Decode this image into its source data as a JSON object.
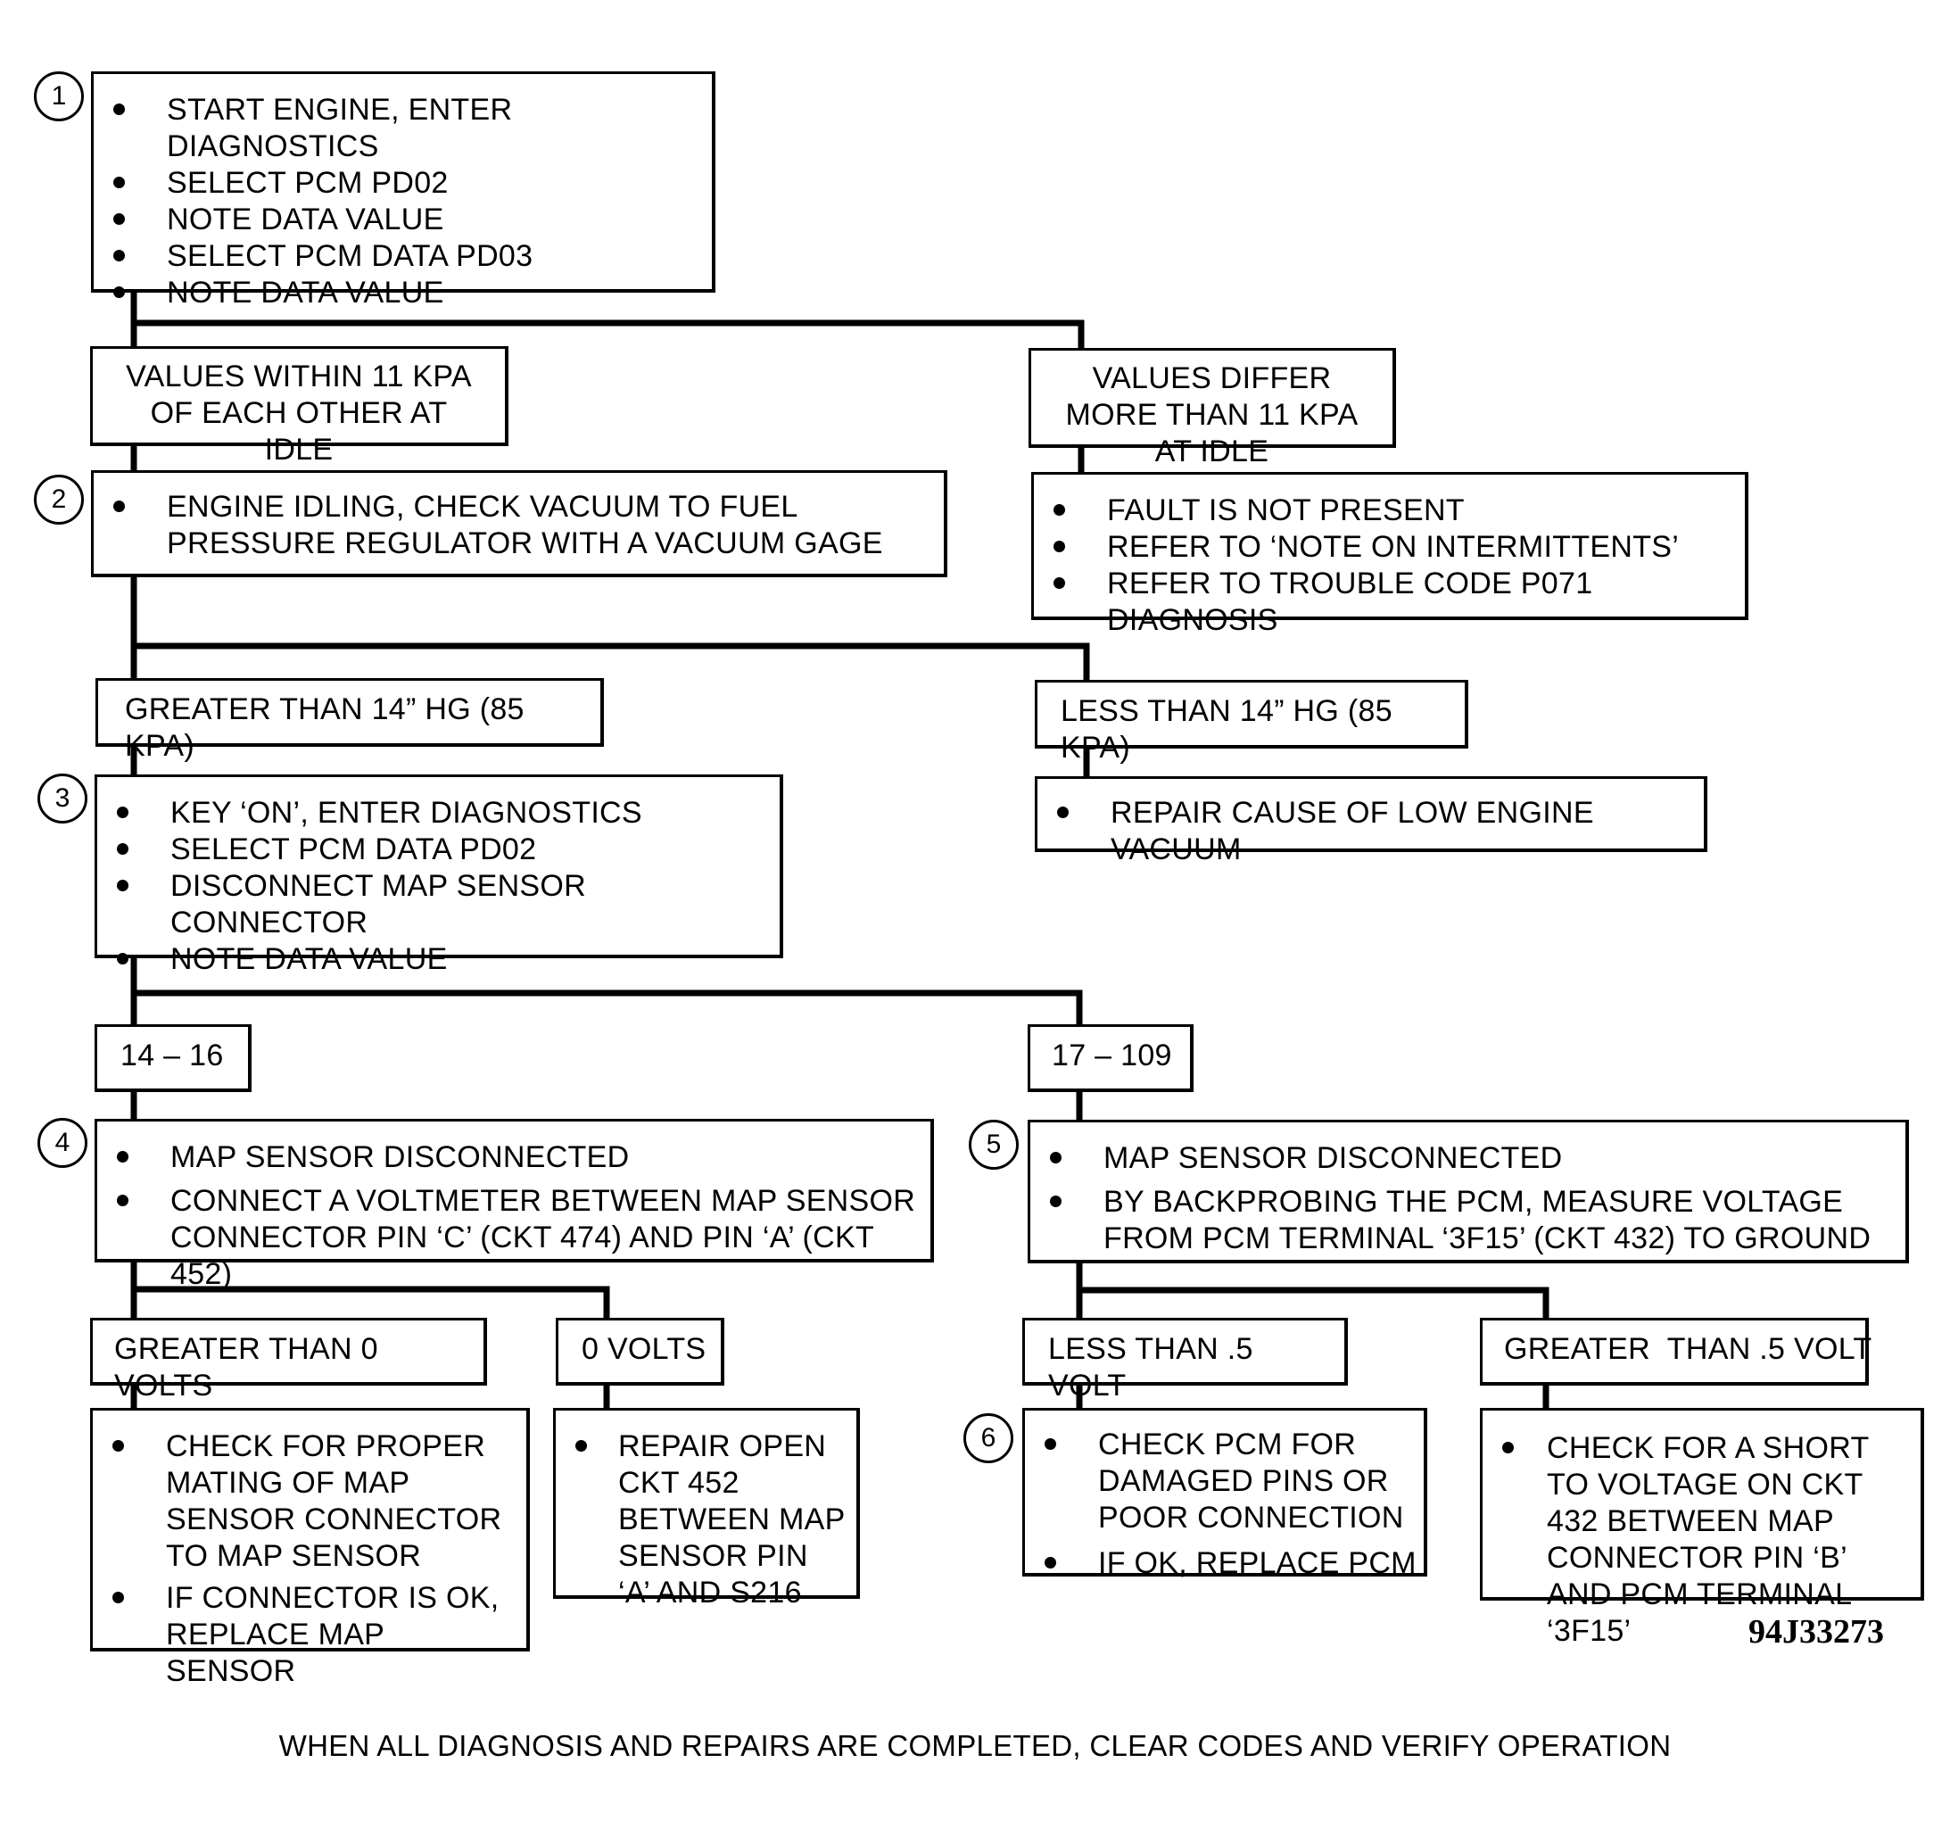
{
  "step_numbers": [
    "1",
    "2",
    "3",
    "4",
    "5",
    "6"
  ],
  "box1": {
    "items": [
      "START ENGINE, ENTER DIAGNOSTICS",
      "SELECT PCM PD02",
      "NOTE DATA VALUE",
      "SELECT PCM DATA PD03",
      "NOTE DATA VALUE"
    ]
  },
  "cond_values_within": "VALUES WITHIN 11 KPA OF EACH OTHER AT IDLE",
  "cond_values_differ": "VALUES DIFFER MORE THAN 11 KPA AT IDLE",
  "box2": {
    "items": [
      "ENGINE IDLING, CHECK VACUUM TO FUEL PRESSURE REGULATOR WITH A VACUUM GAGE"
    ]
  },
  "box_fault": {
    "items": [
      "FAULT IS NOT PRESENT",
      "REFER TO ‘NOTE ON INTERMITTENTS’",
      "REFER TO TROUBLE CODE P071 DIAGNOSIS"
    ]
  },
  "cond_greater_14": "GREATER THAN 14” Hg (85 KPA)",
  "cond_less_14": "LESS THAN 14” Hg (85 KPA)",
  "box3": {
    "items": [
      "KEY ‘ON’, ENTER DIAGNOSTICS",
      "SELECT PCM DATA PD02",
      "DISCONNECT MAP SENSOR CONNECTOR",
      "NOTE DATA VALUE"
    ]
  },
  "box_repair_vacuum": {
    "items": [
      "REPAIR CAUSE OF LOW ENGINE VACUUM"
    ]
  },
  "cond_14_16": "14 – 16",
  "cond_17_109": "17 – 109",
  "box4": {
    "items": [
      "MAP SENSOR DISCONNECTED",
      "CONNECT A VOLTMETER BETWEEN MAP SENSOR CONNECTOR PIN ‘C’ (CKT 474) AND PIN ‘A’ (CKT 452)"
    ]
  },
  "box5": {
    "items": [
      "MAP SENSOR DISCONNECTED",
      "BY BACKPROBING THE PCM, MEASURE VOLTAGE FROM PCM TERMINAL ‘3F15’ (CKT 432) TO GROUND"
    ]
  },
  "cond_greater_0v": "GREATER THAN 0 VOLTS",
  "cond_0v": "0 VOLTS",
  "cond_less_5v": "LESS THAN .5 VOLT",
  "cond_greater_5v": "GREATER  THAN .5 VOLT",
  "box_check_mating": {
    "items": [
      "CHECK FOR PROPER MATING OF MAP SENSOR CONNECTOR TO MAP SENSOR",
      "IF CONNECTOR IS OK, REPLACE MAP SENSOR"
    ]
  },
  "box_repair_open": {
    "items": [
      "REPAIR  OPEN CKT 452 BETWEEN MAP SENSOR PIN ‘A’ AND S216"
    ]
  },
  "box6": {
    "items": [
      "CHECK PCM FOR DAMAGED PINS OR POOR CONNECTION",
      "IF OK,  REPLACE PCM"
    ]
  },
  "box_check_short": {
    "items": [
      "CHECK FOR A SHORT TO VOLTAGE ON CKT 432 BETWEEN MAP CONNECTOR PIN ‘B’ AND PCM TERMINAL ‘3F15’"
    ]
  },
  "figure_id": "94J33273",
  "footer": "WHEN ALL DIAGNOSIS AND REPAIRS ARE COMPLETED, CLEAR CODES AND VERIFY OPERATION"
}
